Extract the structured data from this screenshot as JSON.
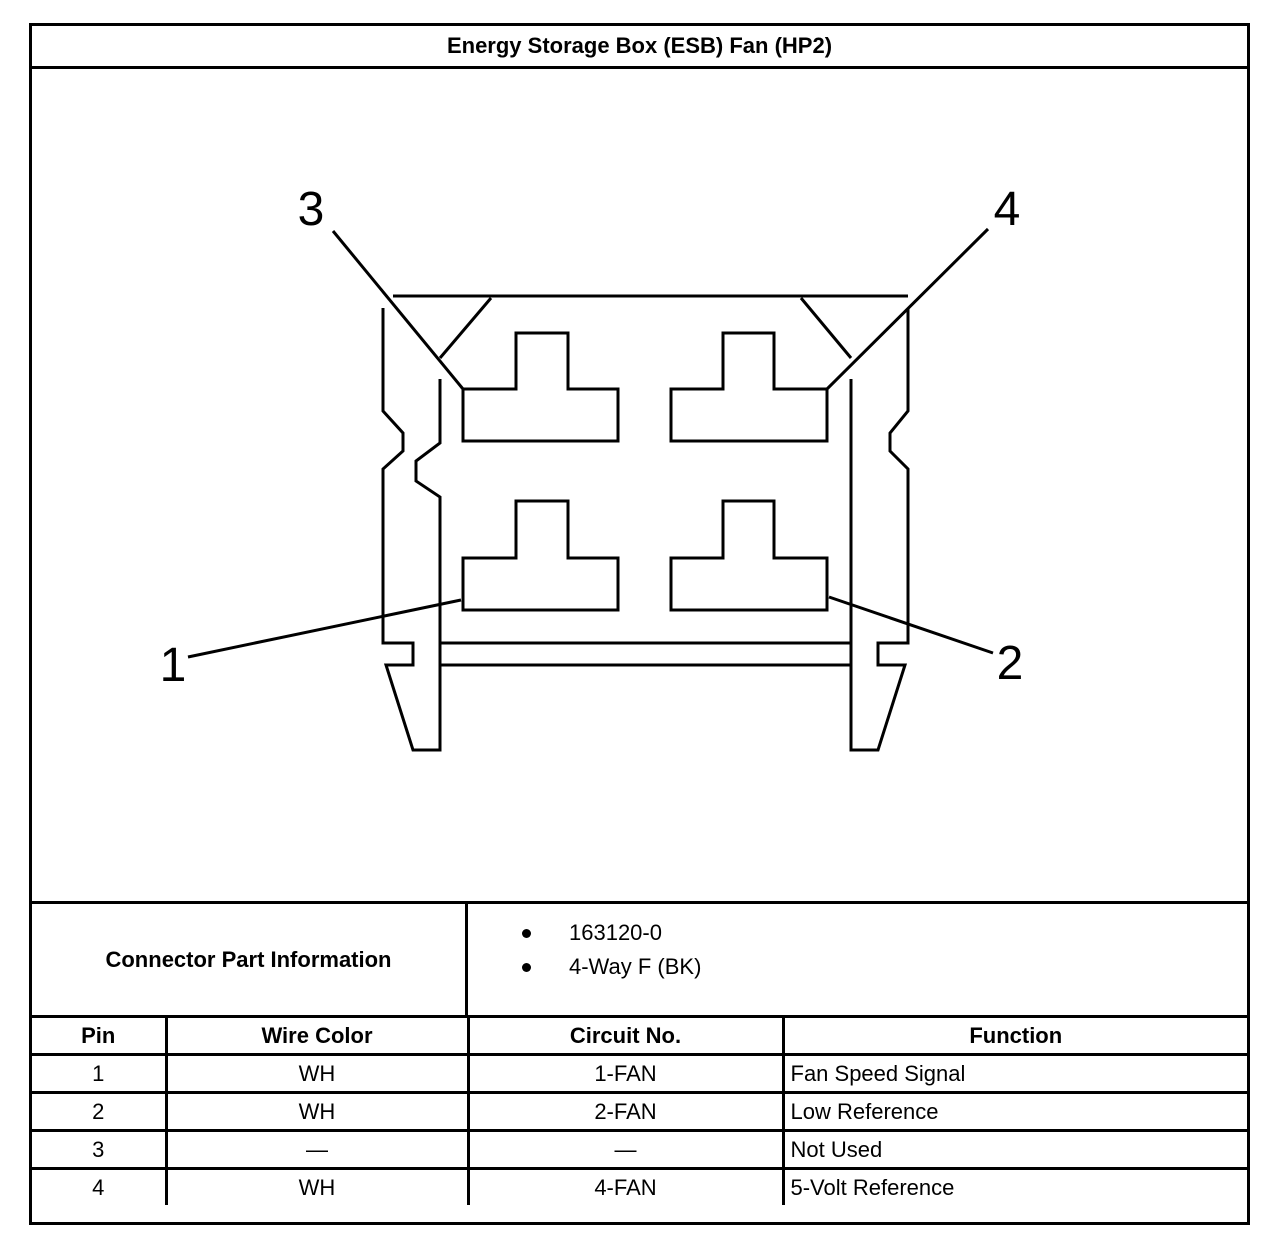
{
  "title": "Energy Storage Box (ESB) Fan (HP2)",
  "diagram": {
    "pin_labels": [
      "1",
      "2",
      "3",
      "4"
    ]
  },
  "connector_info": {
    "label": "Connector Part Information",
    "items": [
      "163120-0",
      "4-Way F (BK)"
    ]
  },
  "table": {
    "headers": [
      "Pin",
      "Wire Color",
      "Circuit No.",
      "Function"
    ],
    "rows": [
      {
        "pin": "1",
        "wire": "WH",
        "circuit": "1-FAN",
        "function": "Fan Speed Signal"
      },
      {
        "pin": "2",
        "wire": "WH",
        "circuit": "2-FAN",
        "function": "Low Reference"
      },
      {
        "pin": "3",
        "wire": "—",
        "circuit": "—",
        "function": "Not Used"
      },
      {
        "pin": "4",
        "wire": "WH",
        "circuit": "4-FAN",
        "function": "5-Volt Reference"
      }
    ]
  }
}
